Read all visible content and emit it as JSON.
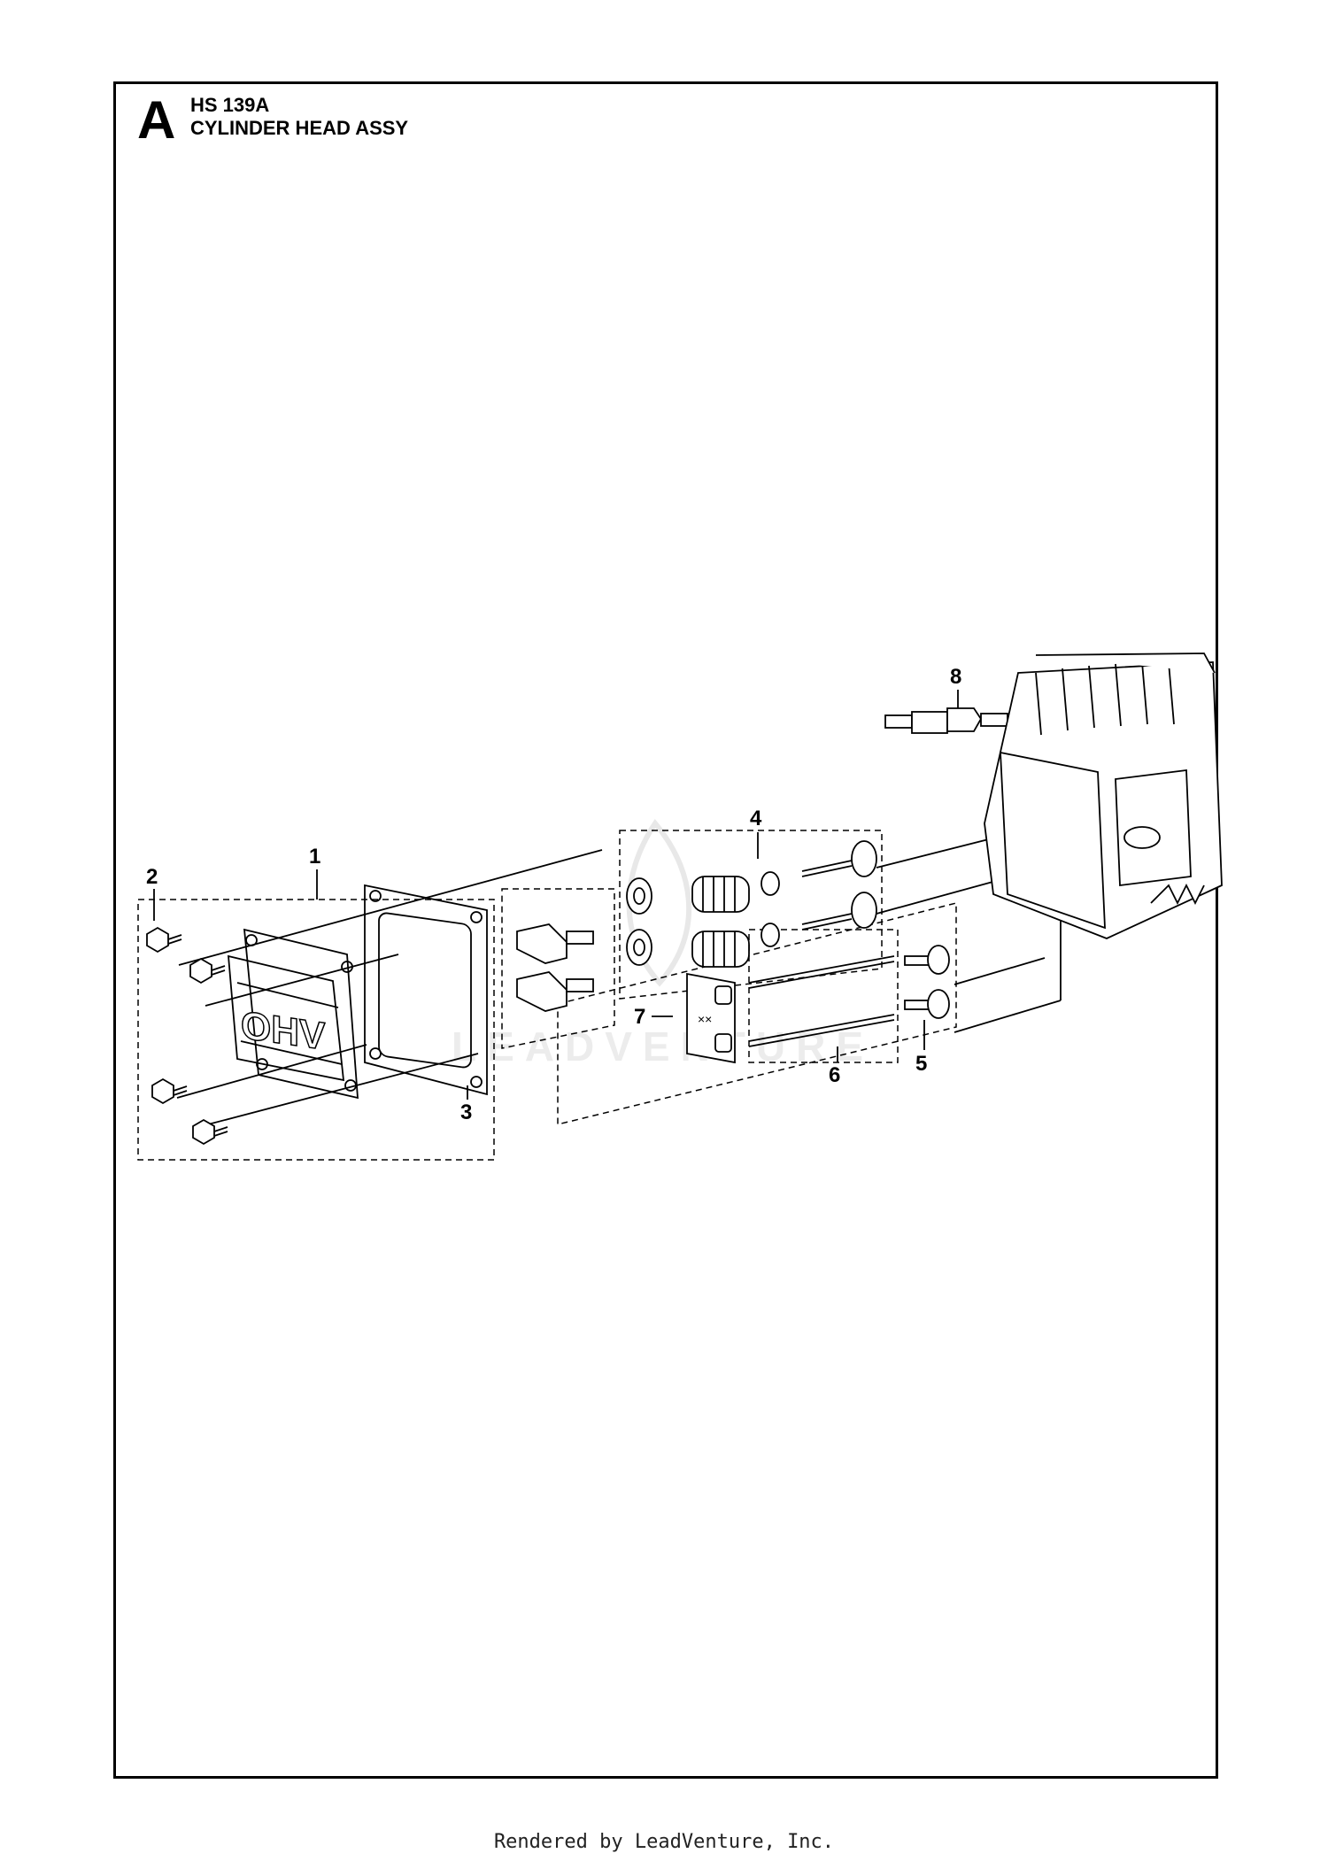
{
  "header": {
    "section_letter": "A",
    "model": "HS 139A",
    "title": "CYLINDER HEAD ASSY"
  },
  "callouts": [
    "1",
    "2",
    "3",
    "4",
    "5",
    "6",
    "7",
    "8"
  ],
  "cover_marking": "OHV",
  "watermark": "LEADVENTURE",
  "footer": "Rendered by LeadVenture, Inc."
}
